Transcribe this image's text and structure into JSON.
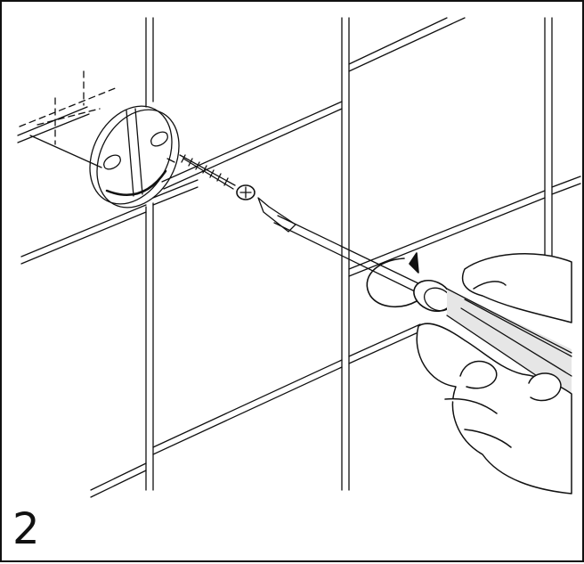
{
  "step": {
    "number": "2"
  },
  "colors": {
    "line": "#111111",
    "background": "#ffffff",
    "handle_shade": "#e6e6e6"
  },
  "icons": [
    "wall-tile-grid",
    "mounting-plate",
    "wall-plug",
    "screw",
    "screwdriver",
    "rotation-arrow",
    "hand"
  ]
}
